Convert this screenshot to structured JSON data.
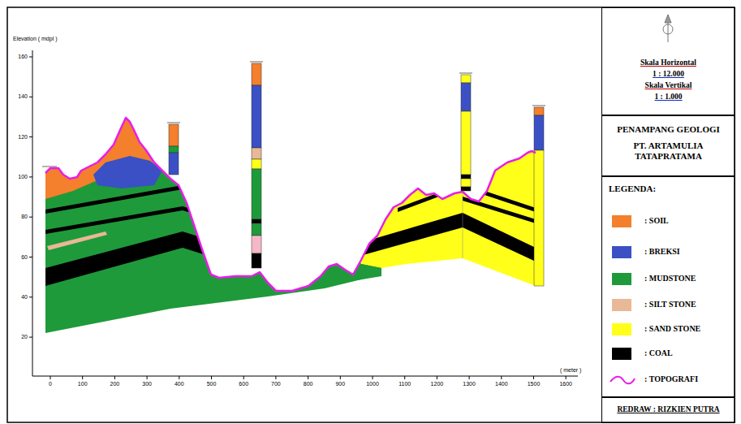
{
  "diagram": {
    "nodes": [
      {
        "text": [
          "Skala Horizontal",
          "1 : 12.000",
          "Skala Vertikal",
          "1 : 1.000"
        ]
      },
      {
        "text": [
          "PENAMPANG GEOLOGI",
          "PT. ARTAMULIA TATAPRATAMA"
        ]
      },
      {
        "text": [
          "LEGENDA:"
        ]
      },
      {
        "text": [
          "REDRAW : RIZKIEN PUTRA"
        ]
      }
    ],
    "labels": [
      "Elevation ( mdpl )",
      "160",
      "140",
      "120",
      "100",
      "80",
      "60",
      "40",
      "20",
      "0",
      "100",
      "200",
      "300",
      "400",
      "500",
      "600",
      "700",
      "800",
      "900",
      "1000",
      "1100",
      "1200",
      "1300",
      "1400",
      "1500",
      "1600",
      "( meter )"
    ],
    "legend": [
      {
        "text": ": SOIL",
        "color": "#f47f2c"
      },
      {
        "text": ": BREKSI",
        "color": "#3a50c4"
      },
      {
        "text": ": MUDSTONE",
        "color": "#1e9a3a"
      },
      {
        "text": ": SILT STONE",
        "color": "#e9b896"
      },
      {
        "text": ": SAND STONE",
        "color": "#ffff1a"
      },
      {
        "text": ": COAL",
        "color": "#000000"
      },
      {
        "text": ": TOPOGRAFI"
      }
    ]
  }
}
